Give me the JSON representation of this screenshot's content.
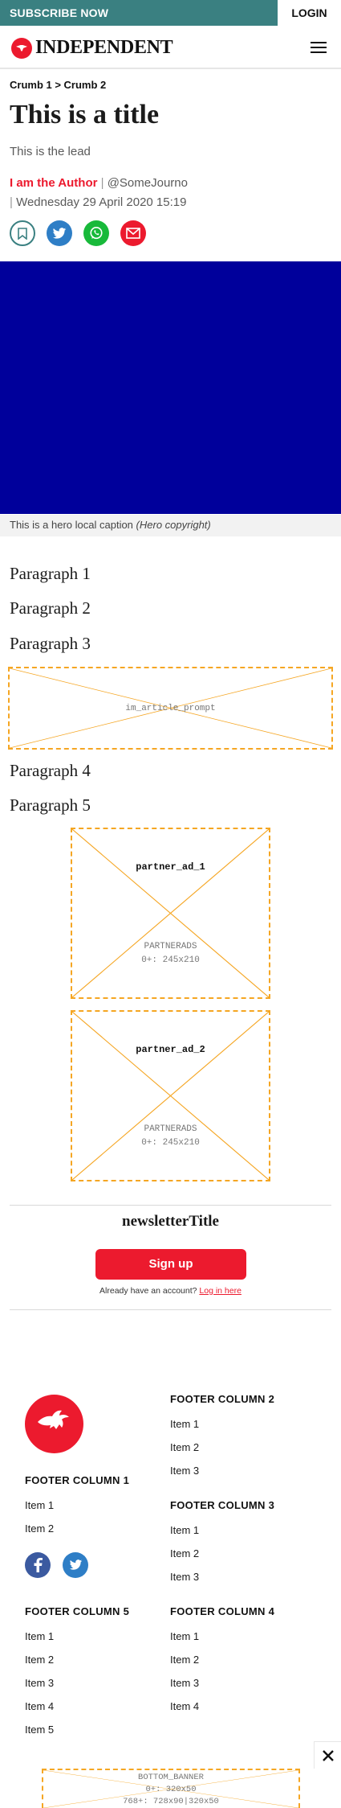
{
  "topbar": {
    "subscribe": "SUBSCRIBE NOW",
    "login": "LOGIN"
  },
  "header": {
    "logo_text": "INDEPENDENT"
  },
  "article": {
    "breadcrumb": "Crumb 1 > Crumb 2",
    "title": "This is a title",
    "lead": "This is the lead",
    "author": "I am the Author",
    "handle": "@SomeJourno",
    "date": "Wednesday 29 April 2020 15:19",
    "caption": "This is a hero local caption",
    "copyright": "(Hero copyright)",
    "paragraphs": [
      "Paragraph 1",
      "Paragraph 2",
      "Paragraph 3",
      "Paragraph 4",
      "Paragraph 5"
    ]
  },
  "ads": {
    "in_article": "im_article_prompt",
    "partner1_title": "partner_ad_1",
    "partner2_title": "partner_ad_2",
    "partner_label": "PARTNERADS",
    "partner_size": "0+: 245x210",
    "bottom_name": "BOTTOM_BANNER",
    "bottom_size1": "0+: 320x50",
    "bottom_size2": "768+: 728x90|320x50"
  },
  "newsletter": {
    "title": "newsletterTitle",
    "signup": "Sign up",
    "already": "Already have an account?",
    "login_link": "Log in here"
  },
  "footer": {
    "col1": {
      "title": "FOOTER COLUMN 1",
      "items": [
        "Item 1",
        "Item 2"
      ]
    },
    "col2": {
      "title": "FOOTER COLUMN 2",
      "items": [
        "Item 1",
        "Item 2",
        "Item 3"
      ]
    },
    "col3": {
      "title": "FOOTER COLUMN 3",
      "items": [
        "Item 1",
        "Item 2",
        "Item 3"
      ]
    },
    "col4": {
      "title": "FOOTER COLUMN 4",
      "items": [
        "Item 1",
        "Item 2",
        "Item 3",
        "Item 4"
      ]
    },
    "col5": {
      "title": "FOOTER COLUMN 5",
      "items": [
        "Item 1",
        "Item 2",
        "Item 3",
        "Item 4",
        "Item 5"
      ]
    }
  },
  "colors": {
    "brand_red": "#ec1a2e",
    "teal": "#3a8081",
    "hero_blue": "#00009b",
    "ad_border": "#f5a623"
  },
  "icons": [
    "eagle-logo-icon",
    "menu-icon",
    "bookmark-icon",
    "twitter-icon",
    "whatsapp-icon",
    "email-icon",
    "facebook-icon",
    "close-icon"
  ]
}
